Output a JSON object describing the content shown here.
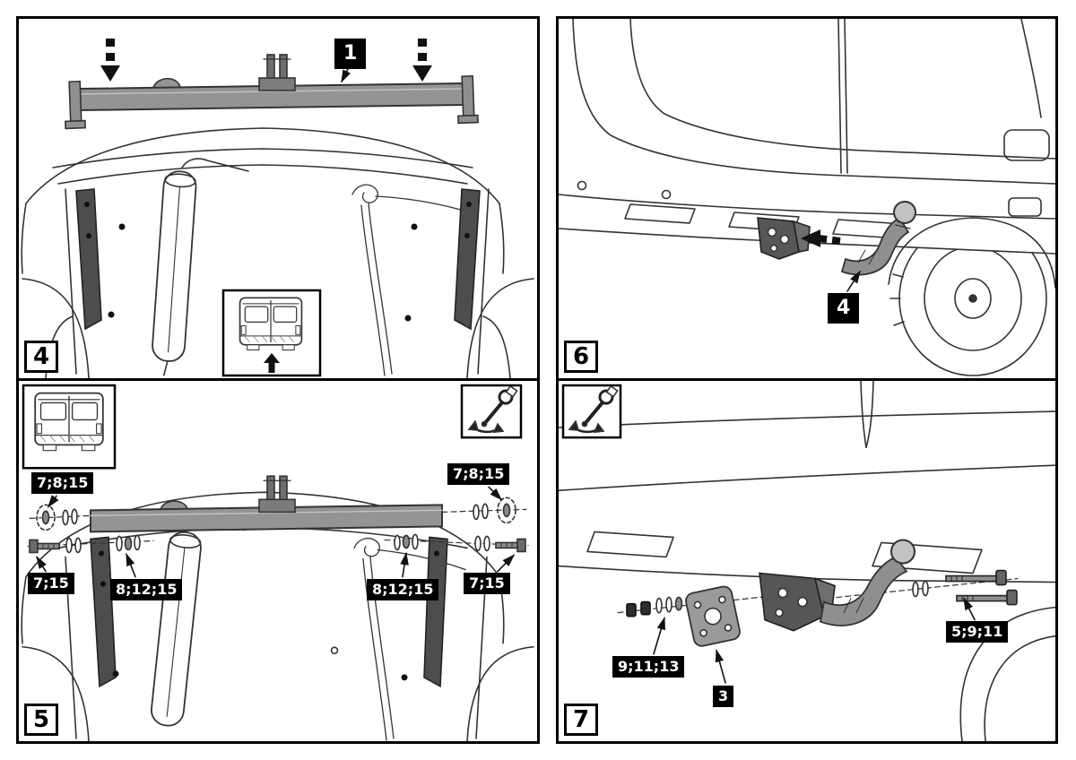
{
  "sheet": {
    "description": "Tow bar installation instruction sheet, four numbered steps",
    "steps": {
      "s4": {
        "number": "4",
        "callouts": {
          "crossbar": "1"
        }
      },
      "s6": {
        "number": "6",
        "callouts": {
          "towball": "4"
        }
      },
      "s5": {
        "number": "5",
        "callouts": {
          "upper_left": "7;8;15",
          "upper_right": "7;8;15",
          "lower_left": "7;15",
          "lower_right": "7;15",
          "mid_left": "8;12;15",
          "mid_right": "8;12;15"
        }
      },
      "s7": {
        "number": "7",
        "callouts": {
          "nuts": "9;11;13",
          "plate": "3",
          "bolts": "5;9;11"
        }
      }
    },
    "icons": {
      "torque_wrench": "torque-wrench",
      "van_rear_view": "van-rear-view",
      "press_down_arrow": "press-down-arrow",
      "insert_arrow": "insert-arrow",
      "up_arrow": "up-arrow"
    },
    "colors": {
      "background": "#ffffff",
      "line": "#333333",
      "metal": "#8f8f8f",
      "dark_metal": "#4d4d4d",
      "callout_bg": "#000000",
      "callout_text": "#ffffff"
    }
  }
}
